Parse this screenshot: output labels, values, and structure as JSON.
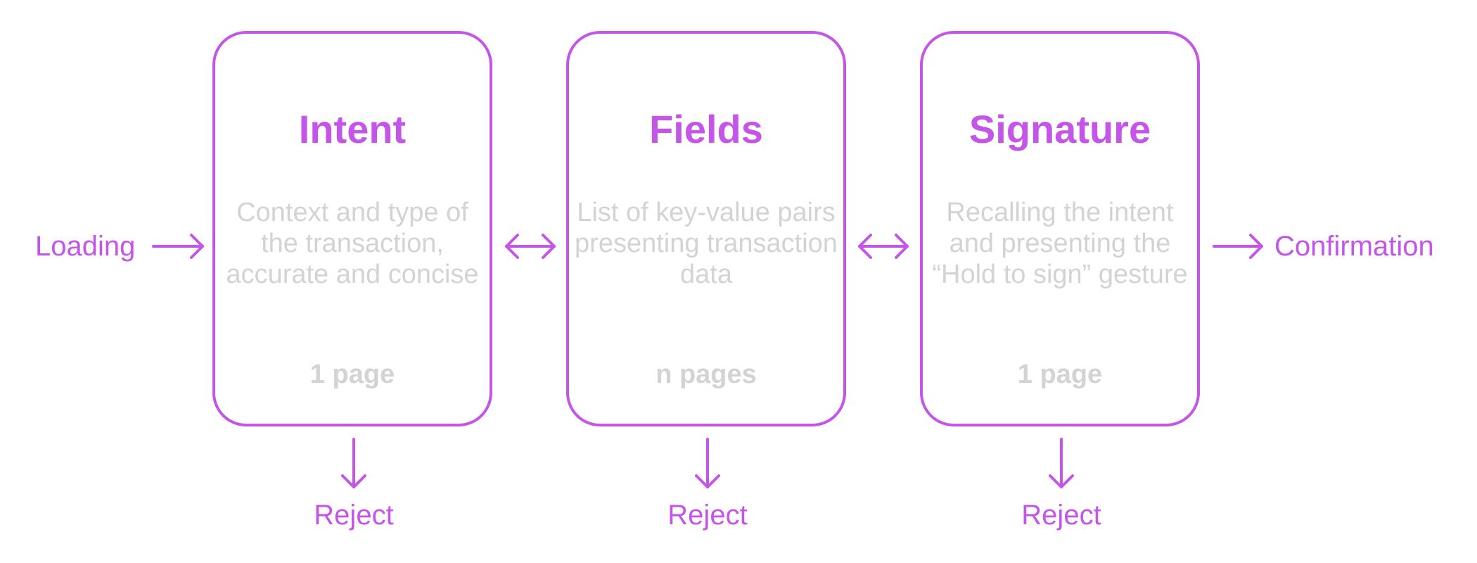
{
  "input_label": "Loading",
  "output_label": "Confirmation",
  "reject_label": "Reject",
  "accent_color": "#c455e8",
  "muted_text_color": "#d3d3d3",
  "steps": [
    {
      "title": "Intent",
      "description": "Context and type of the transaction, accurate and concise",
      "pages": "1 page"
    },
    {
      "title": "Fields",
      "description": "List of key-value pairs presenting transaction data",
      "pages": "n pages"
    },
    {
      "title": "Signature",
      "description": "Recalling the intent and presenting the “Hold to sign” gesture",
      "pages": "1 page"
    }
  ]
}
